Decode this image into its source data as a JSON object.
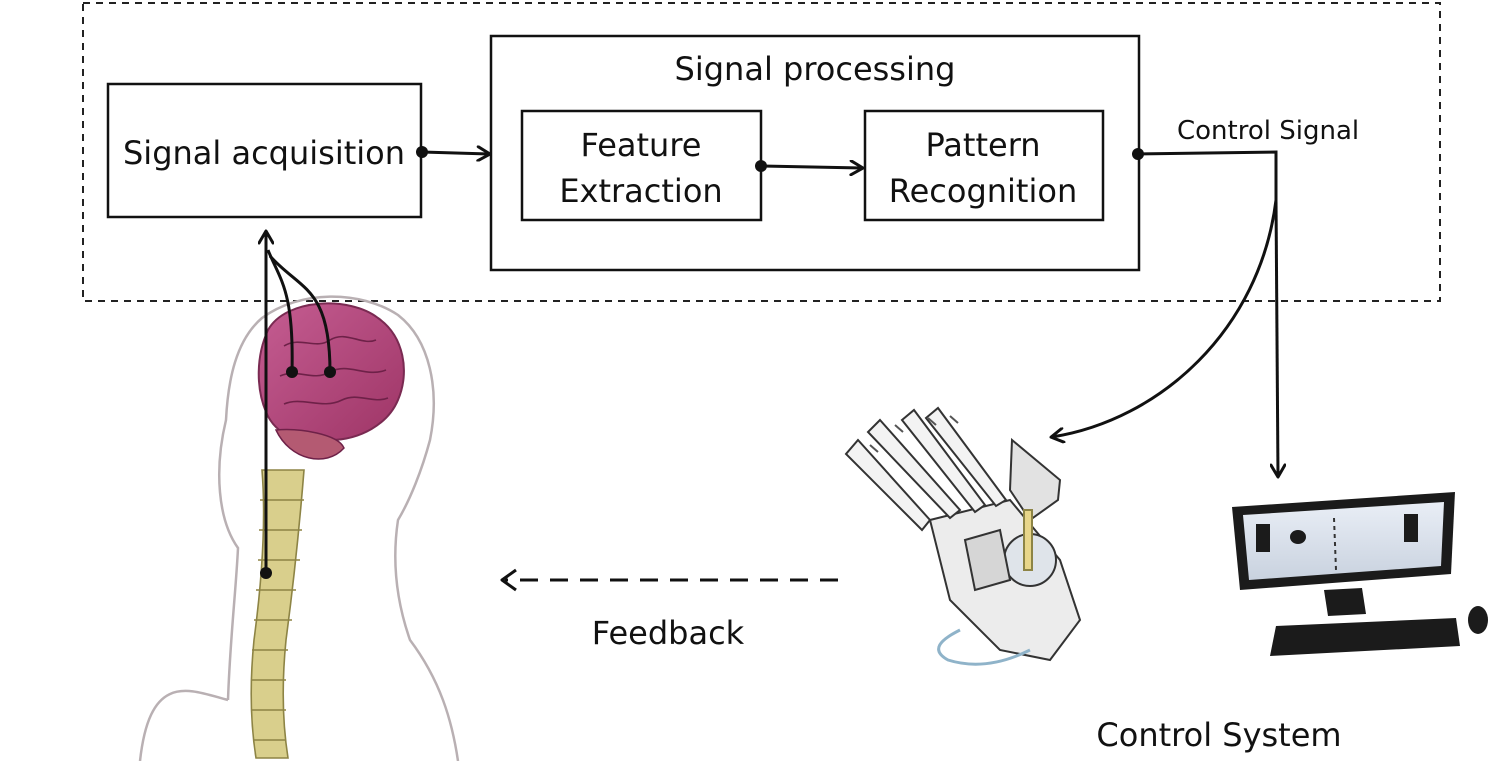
{
  "diagram": {
    "signal_acquisition": "Signal acquisition",
    "signal_processing": "Signal processing",
    "feature_extraction": [
      "Feature",
      "Extraction"
    ],
    "pattern_recognition": [
      "Pattern",
      "Recognition"
    ],
    "control_signal": "Control Signal",
    "feedback": "Feedback",
    "control_system": "Control System"
  },
  "colors": {
    "stroke": "#111111",
    "brain": "#b7467e",
    "spine": "#d9cf8c",
    "skin_outline": "#b9b0b3"
  },
  "icons": [
    "human-head-spine-illustration",
    "robotic-hand-illustration",
    "computer-monitor-icon",
    "keyboard-icon",
    "mouse-icon"
  ]
}
